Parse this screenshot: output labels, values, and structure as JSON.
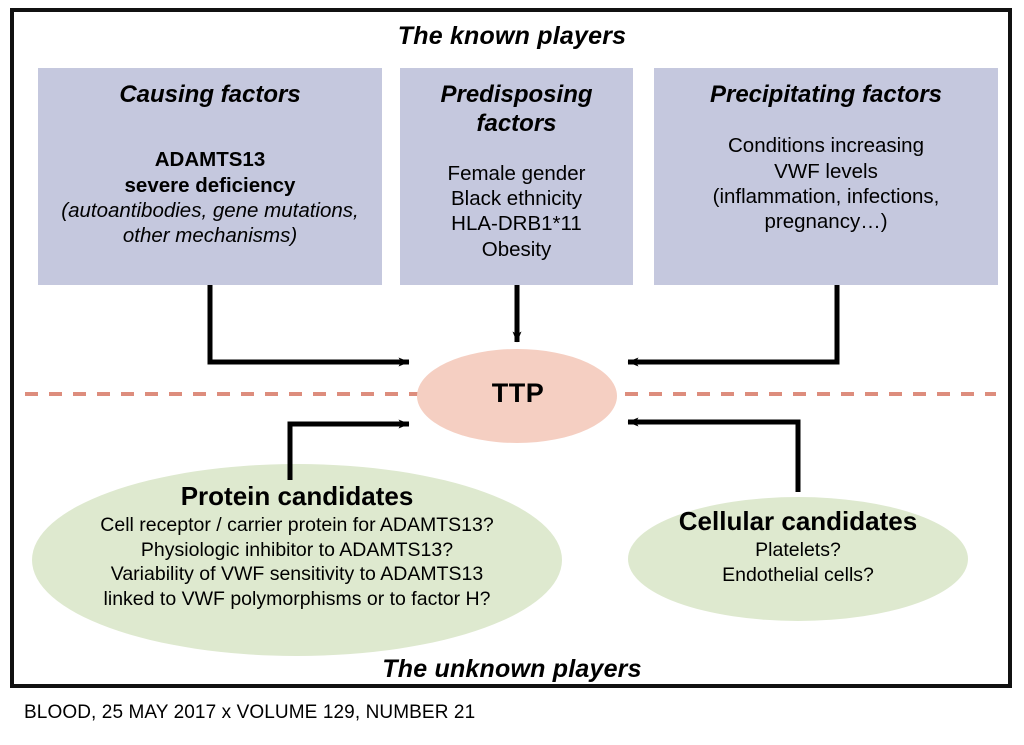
{
  "figure": {
    "top_banner": "The known players",
    "bottom_banner": "The unknown players",
    "center_node": "TTP",
    "colors": {
      "factor_box_fill": "#c5c8de",
      "center_ellipse_fill": "#f5cfc2",
      "candidate_ellipse_fill": "#dee9cf",
      "divider_dash": "#dd8d7d",
      "arrow": "#000000",
      "frame": "#111111"
    },
    "divider": {
      "style": "dashed",
      "note": "horizontal dashed line separating known from unknown players"
    }
  },
  "known_players": {
    "boxes": [
      {
        "title": "Causing factors",
        "lines": [
          {
            "text": "ADAMTS13",
            "style": "bold"
          },
          {
            "text": "severe deficiency",
            "style": "bold"
          },
          {
            "text": "(autoantibodies, gene mutations,",
            "style": "italic"
          },
          {
            "text": "other mechanisms)",
            "style": "italic"
          }
        ]
      },
      {
        "title": "Predisposing factors",
        "lines": [
          {
            "text": "Female gender",
            "style": "normal"
          },
          {
            "text": "Black ethnicity",
            "style": "normal"
          },
          {
            "text": "HLA-DRB1*11",
            "style": "normal"
          },
          {
            "text": "Obesity",
            "style": "normal"
          }
        ]
      },
      {
        "title": "Precipitating factors",
        "lines": [
          {
            "text": "Conditions increasing",
            "style": "normal"
          },
          {
            "text": "VWF levels",
            "style": "normal"
          },
          {
            "text": "(inflammation, infections,",
            "style": "normal"
          },
          {
            "text": "pregnancy…)",
            "style": "normal"
          }
        ]
      }
    ]
  },
  "unknown_players": {
    "ellipses": [
      {
        "title": "Protein candidates",
        "lines": [
          "Cell receptor / carrier protein for ADAMTS13?",
          "Physiologic inhibitor to ADAMTS13?",
          "Variability of VWF sensitivity to ADAMTS13",
          "linked to VWF polymorphisms or to factor H?"
        ]
      },
      {
        "title": "Cellular candidates",
        "lines": [
          "Platelets?",
          "Endothelial cells?"
        ]
      }
    ]
  },
  "footer": {
    "citation": "BLOOD, 25 MAY 2017 x VOLUME 129, NUMBER 21"
  }
}
